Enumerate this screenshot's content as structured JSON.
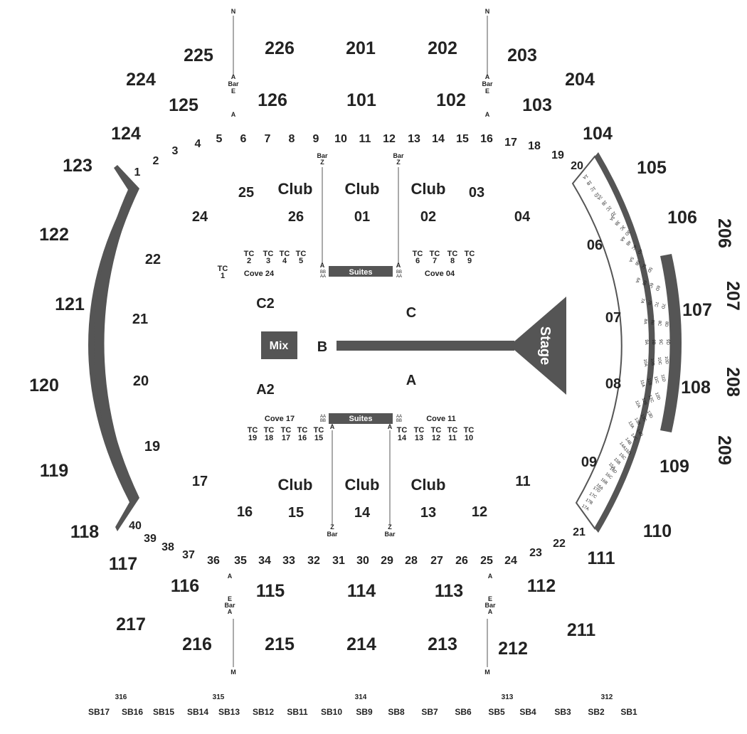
{
  "sections_200": [
    "225",
    "226",
    "201",
    "202",
    "203",
    "224",
    "204",
    "123",
    "105",
    "122",
    "106",
    "206",
    "121",
    "107",
    "207",
    "120",
    "108",
    "208",
    "119",
    "209",
    "118",
    "110",
    "117",
    "217",
    "211",
    "216",
    "215",
    "214",
    "213",
    "212"
  ],
  "sections_100": [
    "125",
    "126",
    "101",
    "102",
    "103",
    "124",
    "104",
    "116",
    "115",
    "114",
    "113",
    "112",
    "111",
    "109"
  ],
  "floor_numbers": [
    "1",
    "2",
    "3",
    "4",
    "5",
    "6",
    "7",
    "8",
    "9",
    "10",
    "11",
    "12",
    "13",
    "14",
    "15",
    "16",
    "17",
    "18",
    "19",
    "20",
    "21",
    "22",
    "23",
    "24",
    "25",
    "26",
    "27",
    "28",
    "29",
    "30",
    "31",
    "32",
    "33",
    "34",
    "35",
    "36",
    "37",
    "38",
    "39",
    "40"
  ],
  "inner_sections": [
    "25",
    "26",
    "01",
    "02",
    "03",
    "24",
    "04",
    "22",
    "06",
    "21",
    "07",
    "20",
    "08",
    "19",
    "09",
    "17",
    "11",
    "16",
    "15",
    "14",
    "13",
    "12"
  ],
  "club_label": "Club",
  "pit_letters": [
    "C2",
    "C",
    "B",
    "A2",
    "A"
  ],
  "tc_label": "TC",
  "tc_numbers_top": [
    "2",
    "3",
    "4",
    "5",
    "1",
    "6",
    "7",
    "8",
    "9"
  ],
  "tc_numbers_bottom": [
    "19",
    "18",
    "17",
    "16",
    "15",
    "14",
    "13",
    "12",
    "11",
    "10"
  ],
  "coves": [
    "Cove 24",
    "Cove 04",
    "Cove 17",
    "Cove 11"
  ],
  "suites_label": "Suites",
  "mix_label": "Mix",
  "stage_label": "Stage",
  "bar_label": "Bar",
  "aisle_letters": {
    "n": "N",
    "m": "M",
    "a": "A",
    "e": "E",
    "z": "Z",
    "aa": "AA",
    "bb": "BB"
  },
  "floor_rows": [
    "1A",
    "1B",
    "1C",
    "1D",
    "2A",
    "2B",
    "2C",
    "2D",
    "3A",
    "3B",
    "3C",
    "3D",
    "4A",
    "4B",
    "4C",
    "4D",
    "5A",
    "5B",
    "5C",
    "5D",
    "6A",
    "6B",
    "6C",
    "6D",
    "7A",
    "7B",
    "7C",
    "7D",
    "8A",
    "8B",
    "8C",
    "8D",
    "9A",
    "9B",
    "9C",
    "9D",
    "10A",
    "10B",
    "10C",
    "10D",
    "11A",
    "11B",
    "11C",
    "11D",
    "12A",
    "12B",
    "12C",
    "12D",
    "13A",
    "13B",
    "13C",
    "13D",
    "14A",
    "14B",
    "14C",
    "14D",
    "15A",
    "15B",
    "15C",
    "15D",
    "16A",
    "16B",
    "16C",
    "16D",
    "17A",
    "17B",
    "17C",
    "17D"
  ],
  "level_300": [
    "316",
    "315",
    "314",
    "313",
    "312"
  ],
  "skyboxes": [
    "SB17",
    "SB16",
    "SB15",
    "SB14",
    "SB13",
    "SB12",
    "SB11",
    "SB10",
    "SB9",
    "SB8",
    "SB7",
    "SB6",
    "SB5",
    "SB4",
    "SB3",
    "SB2",
    "SB1"
  ],
  "colors": {
    "fill": "#555555",
    "text": "#222222",
    "label_on_fill": "#ffffff"
  }
}
